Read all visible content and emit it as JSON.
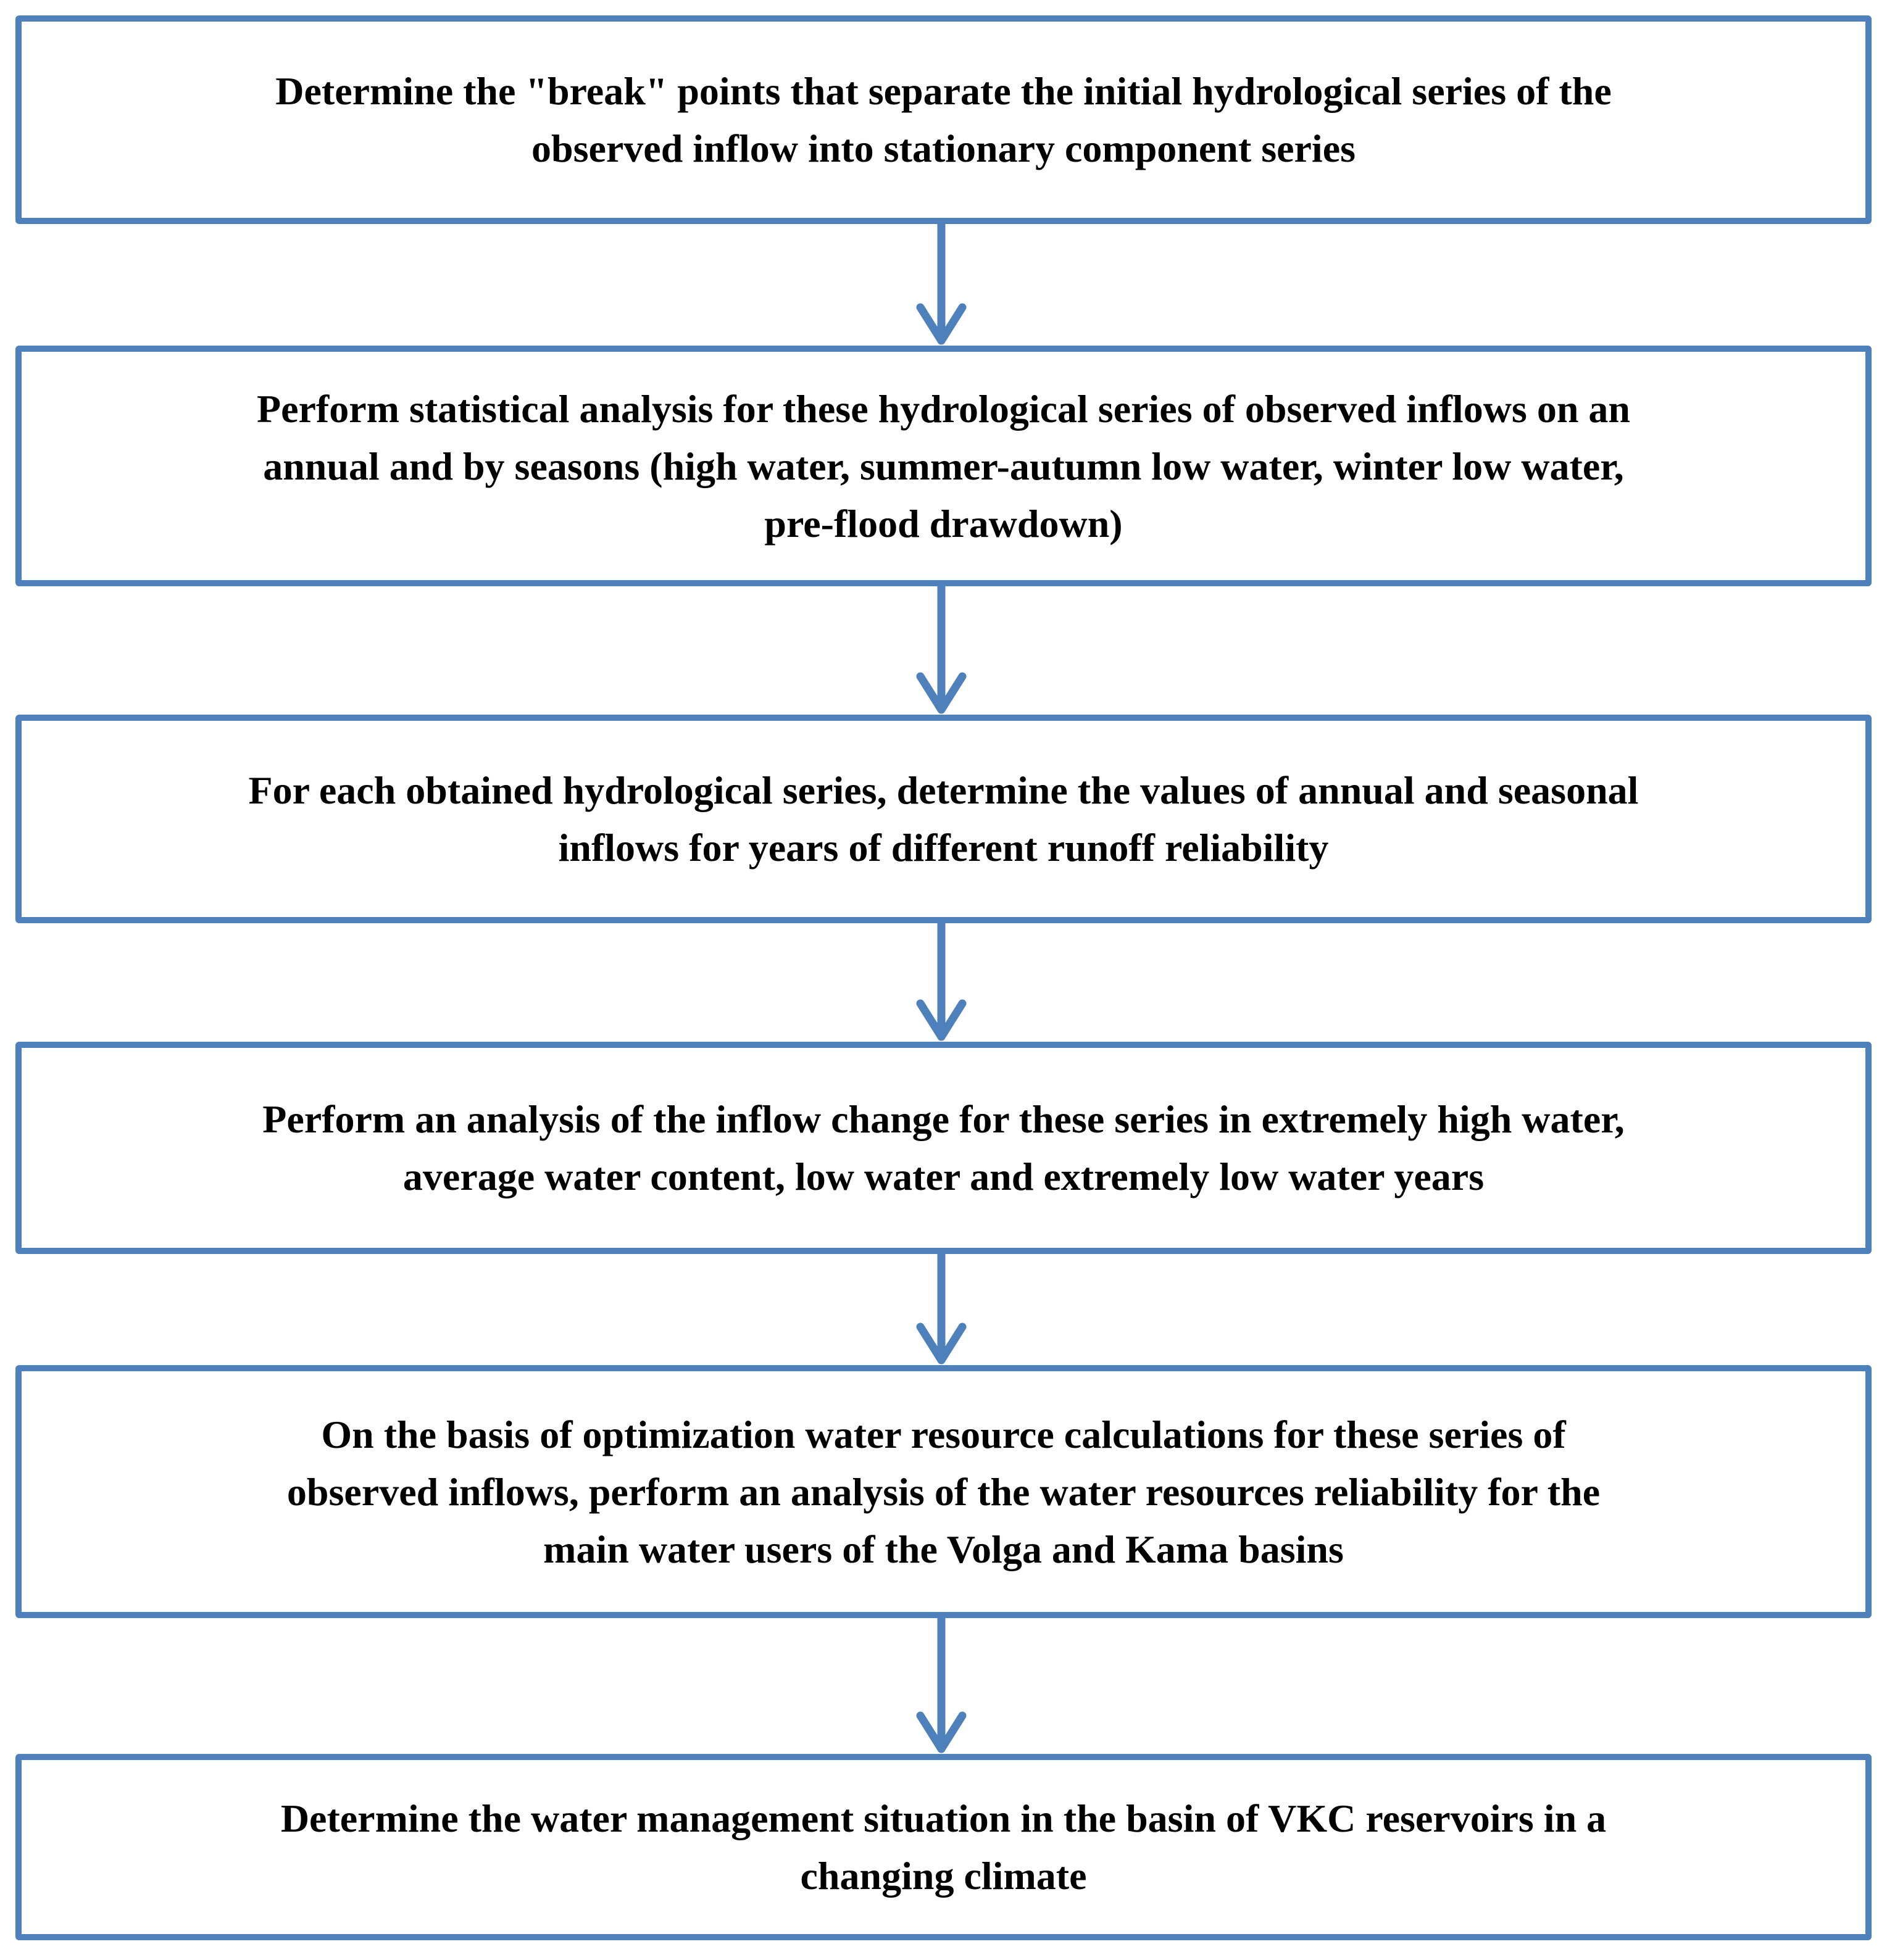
{
  "colors": {
    "accent": "#4E80BC",
    "text": "#000000",
    "background": "#FFFFFF"
  },
  "flowchart": {
    "type": "vertical-process-flow",
    "connector_icon": "down-arrow",
    "boxes": [
      {
        "id": "step-1",
        "text": "Determine the \"break\" points that separate the initial hydrological series of the\nobserved inflow into stationary component series"
      },
      {
        "id": "step-2",
        "text": "Perform statistical analysis for these hydrological series of observed inflows on an\nannual and by seasons (high water, summer-autumn low water, winter low water,\npre-flood drawdown)"
      },
      {
        "id": "step-3",
        "text": "For each obtained hydrological series, determine the values of annual and seasonal\ninflows for years of different runoff reliability"
      },
      {
        "id": "step-4",
        "text": "Perform an analysis of the  inflow change for these series in extremely high water,\naverage water content, low water and extremely low water years"
      },
      {
        "id": "step-5",
        "text": "On the basis of optimization water resource calculations for these series of\nobserved inflows, perform an analysis of the water resources reliability for the\nmain water users of the Volga and Kama basins"
      },
      {
        "id": "step-6",
        "text": "Determine the water management situation in the basin of VKC reservoirs in a\nchanging climate"
      }
    ]
  }
}
